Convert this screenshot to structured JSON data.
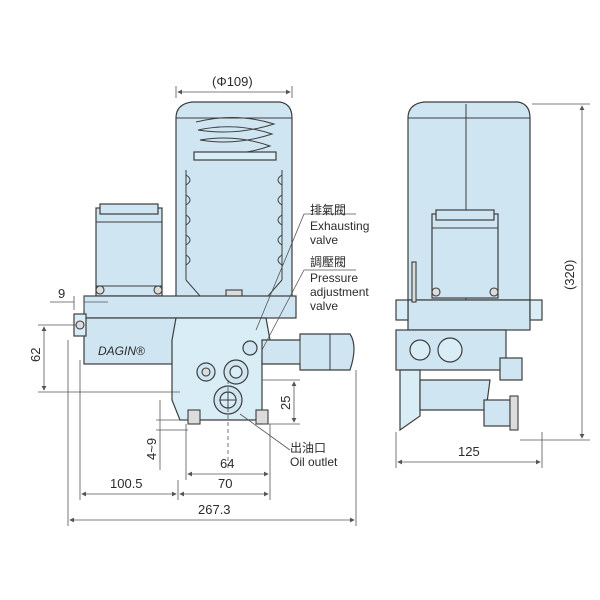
{
  "dimensions": {
    "tank_diameter": "(Φ109)",
    "height_total": "(320)",
    "dim_9": "9",
    "dim_62": "62",
    "dim_25": "25",
    "dim_4_9": "4~9",
    "dim_64": "64",
    "dim_100_5": "100.5",
    "dim_70": "70",
    "dim_267_3": "267.3",
    "dim_125": "125"
  },
  "callouts": {
    "exhaust_zh": "排氣閥",
    "exhaust_en_1": "Exhausting",
    "exhaust_en_2": "valve",
    "pressure_zh": "調壓閥",
    "pressure_en_1": "Pressure",
    "pressure_en_2": "adjustment",
    "pressure_en_3": "valve",
    "outlet_zh": "出油口",
    "outlet_en": "Oil outlet"
  },
  "brand_text": "DAGIN®",
  "colors": {
    "tank_fill": "#cfe6f2",
    "line": "#3d3d3d"
  }
}
